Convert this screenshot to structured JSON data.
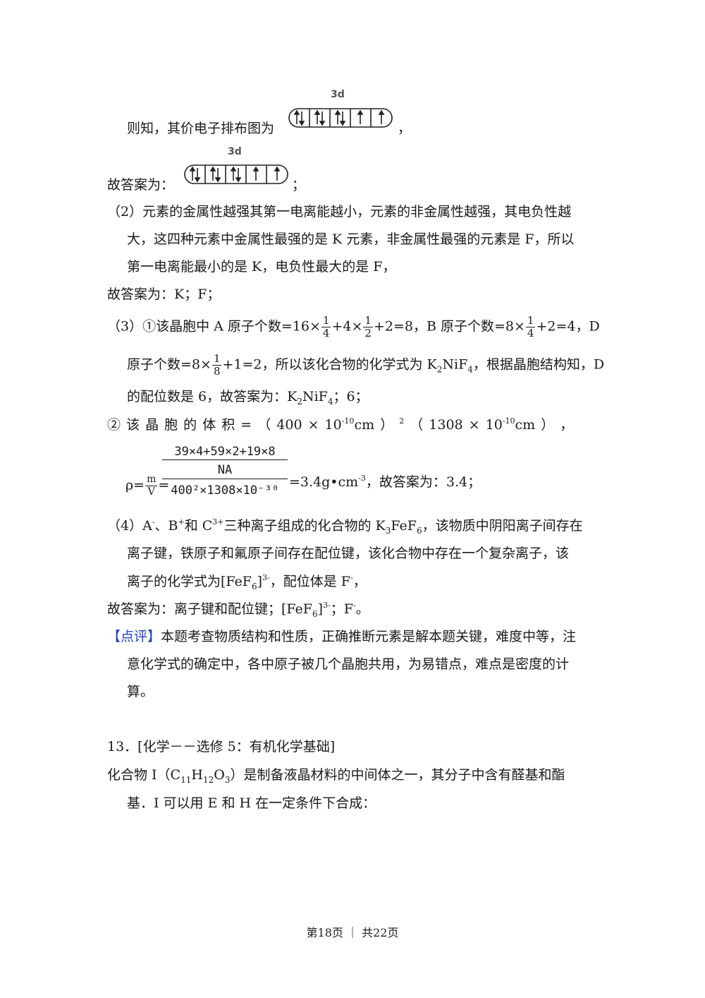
{
  "orbital_top": {
    "label": "3d",
    "prefix": "则知，其价电子排布图为",
    "suffix": "，"
  },
  "orbital_answer": {
    "label": "3d",
    "prefix": "故答案为：",
    "suffix": "；"
  },
  "p2": {
    "line1": "（2）元素的金属性越强其第一电离能越小，元素的非金属性越强，其电负性越",
    "line2": "大，这四种元素中金属性最强的是 K 元素，非金属性最强的元素是 F，所以",
    "line3": "第一电离能最小的是 K，电负性最大的是 F，",
    "answer": "故答案为：K；F；"
  },
  "p3": {
    "l1_a": "（3）①该晶胞中 A 原子个数=16×",
    "f1_num": "1",
    "f1_den": "4",
    "l1_b": "+4×",
    "f2_num": "1",
    "f2_den": "2",
    "l1_c": "+2=8，B 原子个数=8×",
    "f3_num": "1",
    "f3_den": "4",
    "l1_d": "+2=4，D",
    "l2_a": "原子个数=8×",
    "f4_num": "1",
    "f4_den": "8",
    "l2_b": "+1=2，所以该化合物的化学式为 K",
    "l2_s1": "2",
    "l2_c": "NiF",
    "l2_s2": "4",
    "l2_d": "，根据晶胞结构知，D",
    "l3_a": "的配位数是 6，故答案为：K",
    "l3_s1": "2",
    "l3_b": "NiF",
    "l3_s2": "4",
    "l3_c": "；6；"
  },
  "p3b": {
    "l1_a": "② 该 晶 胞 的 体 积 = （ 400 × 10",
    "l1_sup1": "-10",
    "l1_b": "cm ） ",
    "l1_sup2": "2",
    "l1_c": " （ 1308 × 10",
    "l1_sup3": "-10",
    "l1_d": "cm ） ，",
    "frac_n1": "39×4+59×2+19×8",
    "frac_n2": "NA",
    "frac_d": "400²×1308×10⁻³⁰",
    "rho_a": "ρ=",
    "rho_m": "m",
    "rho_v": "V",
    "rho_b": "=",
    "rho_c": "=3.4g•cm",
    "rho_sup": "-3",
    "rho_d": "，故答案为：3.4；"
  },
  "p4": {
    "l1_a": "（4）A",
    "l1_s1": "-",
    "l1_b": "、B",
    "l1_s2": "+",
    "l1_c": "和 C",
    "l1_s3": "3+",
    "l1_d": "三种离子组成的化合物的 K",
    "l1_s4": "3",
    "l1_e": "FeF",
    "l1_s5": "6",
    "l1_f": "，该物质中阴阳离子间存在",
    "line2": "离子键，铁原子和氟原子间存在配位键，该化合物中存在一个复杂离子，该",
    "l3_a": "离子的化学式为[FeF",
    "l3_s1": "6",
    "l3_b": "]",
    "l3_s2": "3-",
    "l3_c": "，配位体是 F",
    "l3_s3": "-",
    "l3_d": "，",
    "ans_a": "故答案为：离子键和配位键；[FeF",
    "ans_s1": "6",
    "ans_b": "]",
    "ans_s2": "3-",
    "ans_c": "；F",
    "ans_s3": "-",
    "ans_d": "。"
  },
  "comment": {
    "tag": "【点评】",
    "line1": "本题考查物质结构和性质，正确推断元素是解本题关键，难度中等，注",
    "line2": "意化学式的确定中，各中原子被几个晶胞共用，为易错点，难点是密度的计",
    "line3": "算。"
  },
  "q13": {
    "title": "13．[化学－－选修 5：有机化学基础]",
    "l1_a": "化合物 I（C",
    "l1_s1": "11",
    "l1_b": "H",
    "l1_s2": "12",
    "l1_c": "O",
    "l1_s3": "3",
    "l1_d": "）是制备液晶材料的中间体之一，其分子中含有醛基和酯",
    "line2": "基．I 可以用 E 和 H 在一定条件下合成："
  },
  "footer": "第18页 ｜ 共22页"
}
